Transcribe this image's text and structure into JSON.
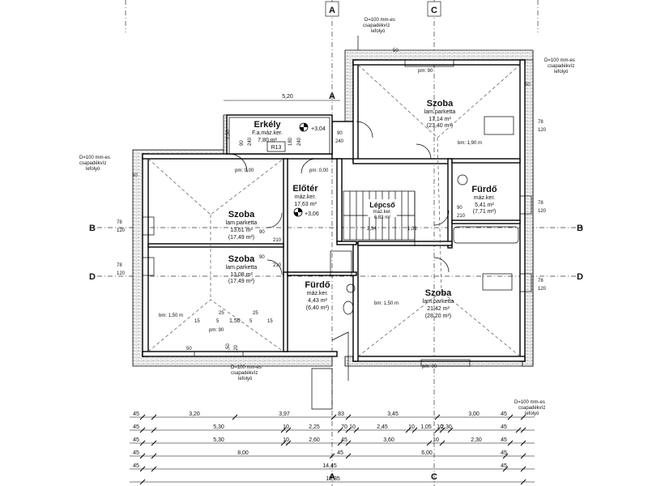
{
  "sections": {
    "a": "A",
    "b": "B",
    "c": "C",
    "d": "D"
  },
  "rooms": {
    "erkely": {
      "name": "Erkély",
      "floor": "F.a.máz.ker.",
      "area": "7,80 m²",
      "code": "R13",
      "level": "+3,04"
    },
    "eloter": {
      "name": "Előtér",
      "floor": "máz.ker.",
      "area": "17,63 m²",
      "level": "+3,06"
    },
    "szoba_nw": {
      "name": "Szoba",
      "floor": "lam.parketta",
      "area": "13,61 m²",
      "area2": "(17,49 m²)"
    },
    "szoba_w": {
      "name": "Szoba",
      "floor": "lam.parketta",
      "area": "13,08 m²",
      "area2": "(17,49 m²)"
    },
    "furdo_c": {
      "name": "Fürdő",
      "floor": "máz.ker.",
      "area": "4,43 m²",
      "area2": "(6,40 m²)"
    },
    "lepcso": {
      "name": "Lépcső",
      "floor": "máz.ker.",
      "area": "6,83 m²"
    },
    "szoba_ne": {
      "name": "Szoba",
      "floor": "lam.parketta",
      "area": "17,14 m²",
      "area2": "(23,40 m²)"
    },
    "furdo_e": {
      "name": "Fürdő",
      "floor": "máz.ker.",
      "area": "5,41 m²",
      "area2": "(7,71 m²)"
    },
    "szoba_se": {
      "name": "Szoba",
      "floor": "lam.parketta",
      "area": "21,42 m²",
      "area2": "(28,20 m²)"
    }
  },
  "downpipe": {
    "line1": "D=100 mm-es",
    "line2": "csapadékvíz",
    "line3": "lefolyó"
  },
  "labels": {
    "bm_190": "bm: 1,90 m",
    "bm_150": "bm: 1,50 m",
    "pm_000": "pm: 0,00",
    "pm_090": "pm: 90",
    "d_520": "5,20",
    "d_150": "1,50",
    "d_90": "90",
    "d_210": "210",
    "d_240": "240",
    "d_180": "180",
    "d_120": "120",
    "d_78": "78",
    "d_50": "50",
    "d_25": "25",
    "d_15": "15",
    "d_5": "5",
    "d_10": "10",
    "d_234": "2,34",
    "d_101": "1,01",
    "d_1xx": "1,10",
    "d_100": "0,00"
  },
  "dim_rows": [
    [
      "45",
      "3,20",
      "3,97",
      "83",
      "3,45",
      "3,00",
      "45"
    ],
    [
      "45",
      "5,30",
      "10",
      "2,25",
      "70",
      "10",
      "2,45",
      "10",
      "1,05",
      "10",
      "2,30",
      "45"
    ],
    [
      "45",
      "5,30",
      "10",
      "2,60",
      "45",
      "3,60",
      "10",
      "2,30",
      "45"
    ],
    [
      "45",
      "8,00",
      "45",
      "6,00",
      "45"
    ],
    [
      "45",
      "14,45",
      "45"
    ],
    [
      "15,35"
    ]
  ]
}
